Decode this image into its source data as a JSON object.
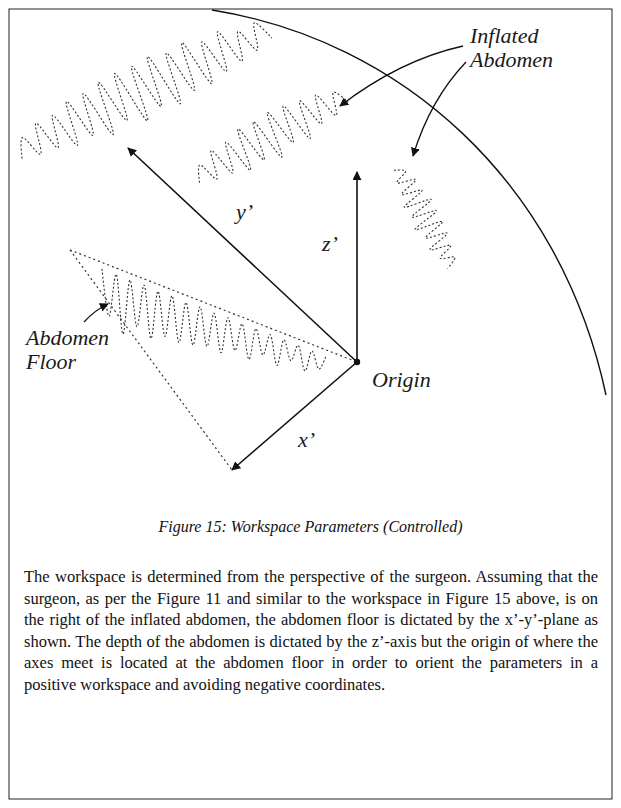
{
  "diagram": {
    "caption": "Figure 15: Workspace Parameters (Controlled)",
    "labels": [
      "Inflated Abdomen",
      "z’",
      "y’",
      "x’",
      "Origin",
      "Abdomen Floor",
      "The workspace is determined from the perspective of the surgeon. Assuming that the surgeon, as per the Figure 11 and similar to the workspace in Figure 15 above, is on the right of the inflated abdomen, the abdomen floor is dictated by the x’-y’-plane as shown. The depth of the abdomen is dictated by the z’-axis but the origin of where the axes meet is located at the abdomen floor in order to orient the parameters in a positive workspace and avoiding negative coordinates."
    ]
  }
}
